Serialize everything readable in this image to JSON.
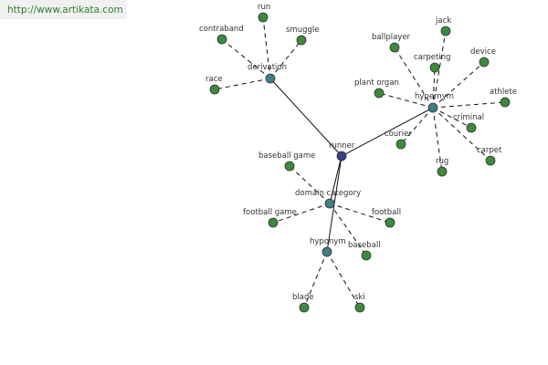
{
  "watermark": {
    "text": "http://www.artikata.com"
  },
  "colors": {
    "center": "#3b3f8f",
    "hub": "#3f7f86",
    "leaf": "#3c8a3c",
    "edge": "#111111"
  },
  "graph": {
    "center": "runner",
    "hubs": [
      "derivation",
      "hypernym",
      "domain category",
      "hyponym"
    ],
    "nodes": [
      {
        "id": "runner",
        "label": "runner",
        "kind": "center"
      },
      {
        "id": "derivation",
        "label": "derivation",
        "kind": "hub"
      },
      {
        "id": "hypernym",
        "label": "hypernym",
        "kind": "hub"
      },
      {
        "id": "domain_category",
        "label": "domain category",
        "kind": "hub"
      },
      {
        "id": "hyponym",
        "label": "hyponym",
        "kind": "hub"
      },
      {
        "id": "run",
        "label": "run",
        "kind": "leaf"
      },
      {
        "id": "contraband",
        "label": "contraband",
        "kind": "leaf"
      },
      {
        "id": "smuggle",
        "label": "smuggle",
        "kind": "leaf"
      },
      {
        "id": "race",
        "label": "race",
        "kind": "leaf"
      },
      {
        "id": "jack",
        "label": "jack",
        "kind": "leaf"
      },
      {
        "id": "ballplayer",
        "label": "ballplayer",
        "kind": "leaf"
      },
      {
        "id": "device",
        "label": "device",
        "kind": "leaf"
      },
      {
        "id": "carpeting",
        "label": "carpeting",
        "kind": "leaf"
      },
      {
        "id": "plant_organ",
        "label": "plant organ",
        "kind": "leaf"
      },
      {
        "id": "athlete",
        "label": "athlete",
        "kind": "leaf"
      },
      {
        "id": "criminal",
        "label": "criminal",
        "kind": "leaf"
      },
      {
        "id": "courier",
        "label": "courier",
        "kind": "leaf"
      },
      {
        "id": "carpet",
        "label": "carpet",
        "kind": "leaf"
      },
      {
        "id": "rug",
        "label": "rug",
        "kind": "leaf"
      },
      {
        "id": "baseball_game",
        "label": "baseball game",
        "kind": "leaf"
      },
      {
        "id": "football_game",
        "label": "football game",
        "kind": "leaf"
      },
      {
        "id": "football",
        "label": "football",
        "kind": "leaf"
      },
      {
        "id": "baseball",
        "label": "baseball",
        "kind": "leaf"
      },
      {
        "id": "blade",
        "label": "blade",
        "kind": "leaf"
      },
      {
        "id": "ski",
        "label": "ski",
        "kind": "leaf"
      }
    ],
    "edges": [
      {
        "from": "runner",
        "to": "derivation",
        "style": "solid"
      },
      {
        "from": "runner",
        "to": "hypernym",
        "style": "solid"
      },
      {
        "from": "runner",
        "to": "domain_category",
        "style": "solid"
      },
      {
        "from": "runner",
        "to": "hyponym",
        "style": "solid"
      },
      {
        "from": "derivation",
        "to": "run",
        "style": "dashed"
      },
      {
        "from": "derivation",
        "to": "contraband",
        "style": "dashed"
      },
      {
        "from": "derivation",
        "to": "smuggle",
        "style": "dashed"
      },
      {
        "from": "derivation",
        "to": "race",
        "style": "dashed"
      },
      {
        "from": "hypernym",
        "to": "jack",
        "style": "dashed"
      },
      {
        "from": "hypernym",
        "to": "ballplayer",
        "style": "dashed"
      },
      {
        "from": "hypernym",
        "to": "device",
        "style": "dashed"
      },
      {
        "from": "hypernym",
        "to": "carpeting",
        "style": "dashed"
      },
      {
        "from": "hypernym",
        "to": "plant_organ",
        "style": "dashed"
      },
      {
        "from": "hypernym",
        "to": "athlete",
        "style": "dashed"
      },
      {
        "from": "hypernym",
        "to": "criminal",
        "style": "dashed"
      },
      {
        "from": "hypernym",
        "to": "courier",
        "style": "dashed"
      },
      {
        "from": "hypernym",
        "to": "carpet",
        "style": "dashed"
      },
      {
        "from": "hypernym",
        "to": "rug",
        "style": "dashed"
      },
      {
        "from": "domain_category",
        "to": "baseball_game",
        "style": "dashed"
      },
      {
        "from": "domain_category",
        "to": "football_game",
        "style": "dashed"
      },
      {
        "from": "domain_category",
        "to": "football",
        "style": "dashed"
      },
      {
        "from": "domain_category",
        "to": "baseball",
        "style": "dashed"
      },
      {
        "from": "hyponym",
        "to": "blade",
        "style": "dashed"
      },
      {
        "from": "hyponym",
        "to": "ski",
        "style": "dashed"
      }
    ]
  }
}
